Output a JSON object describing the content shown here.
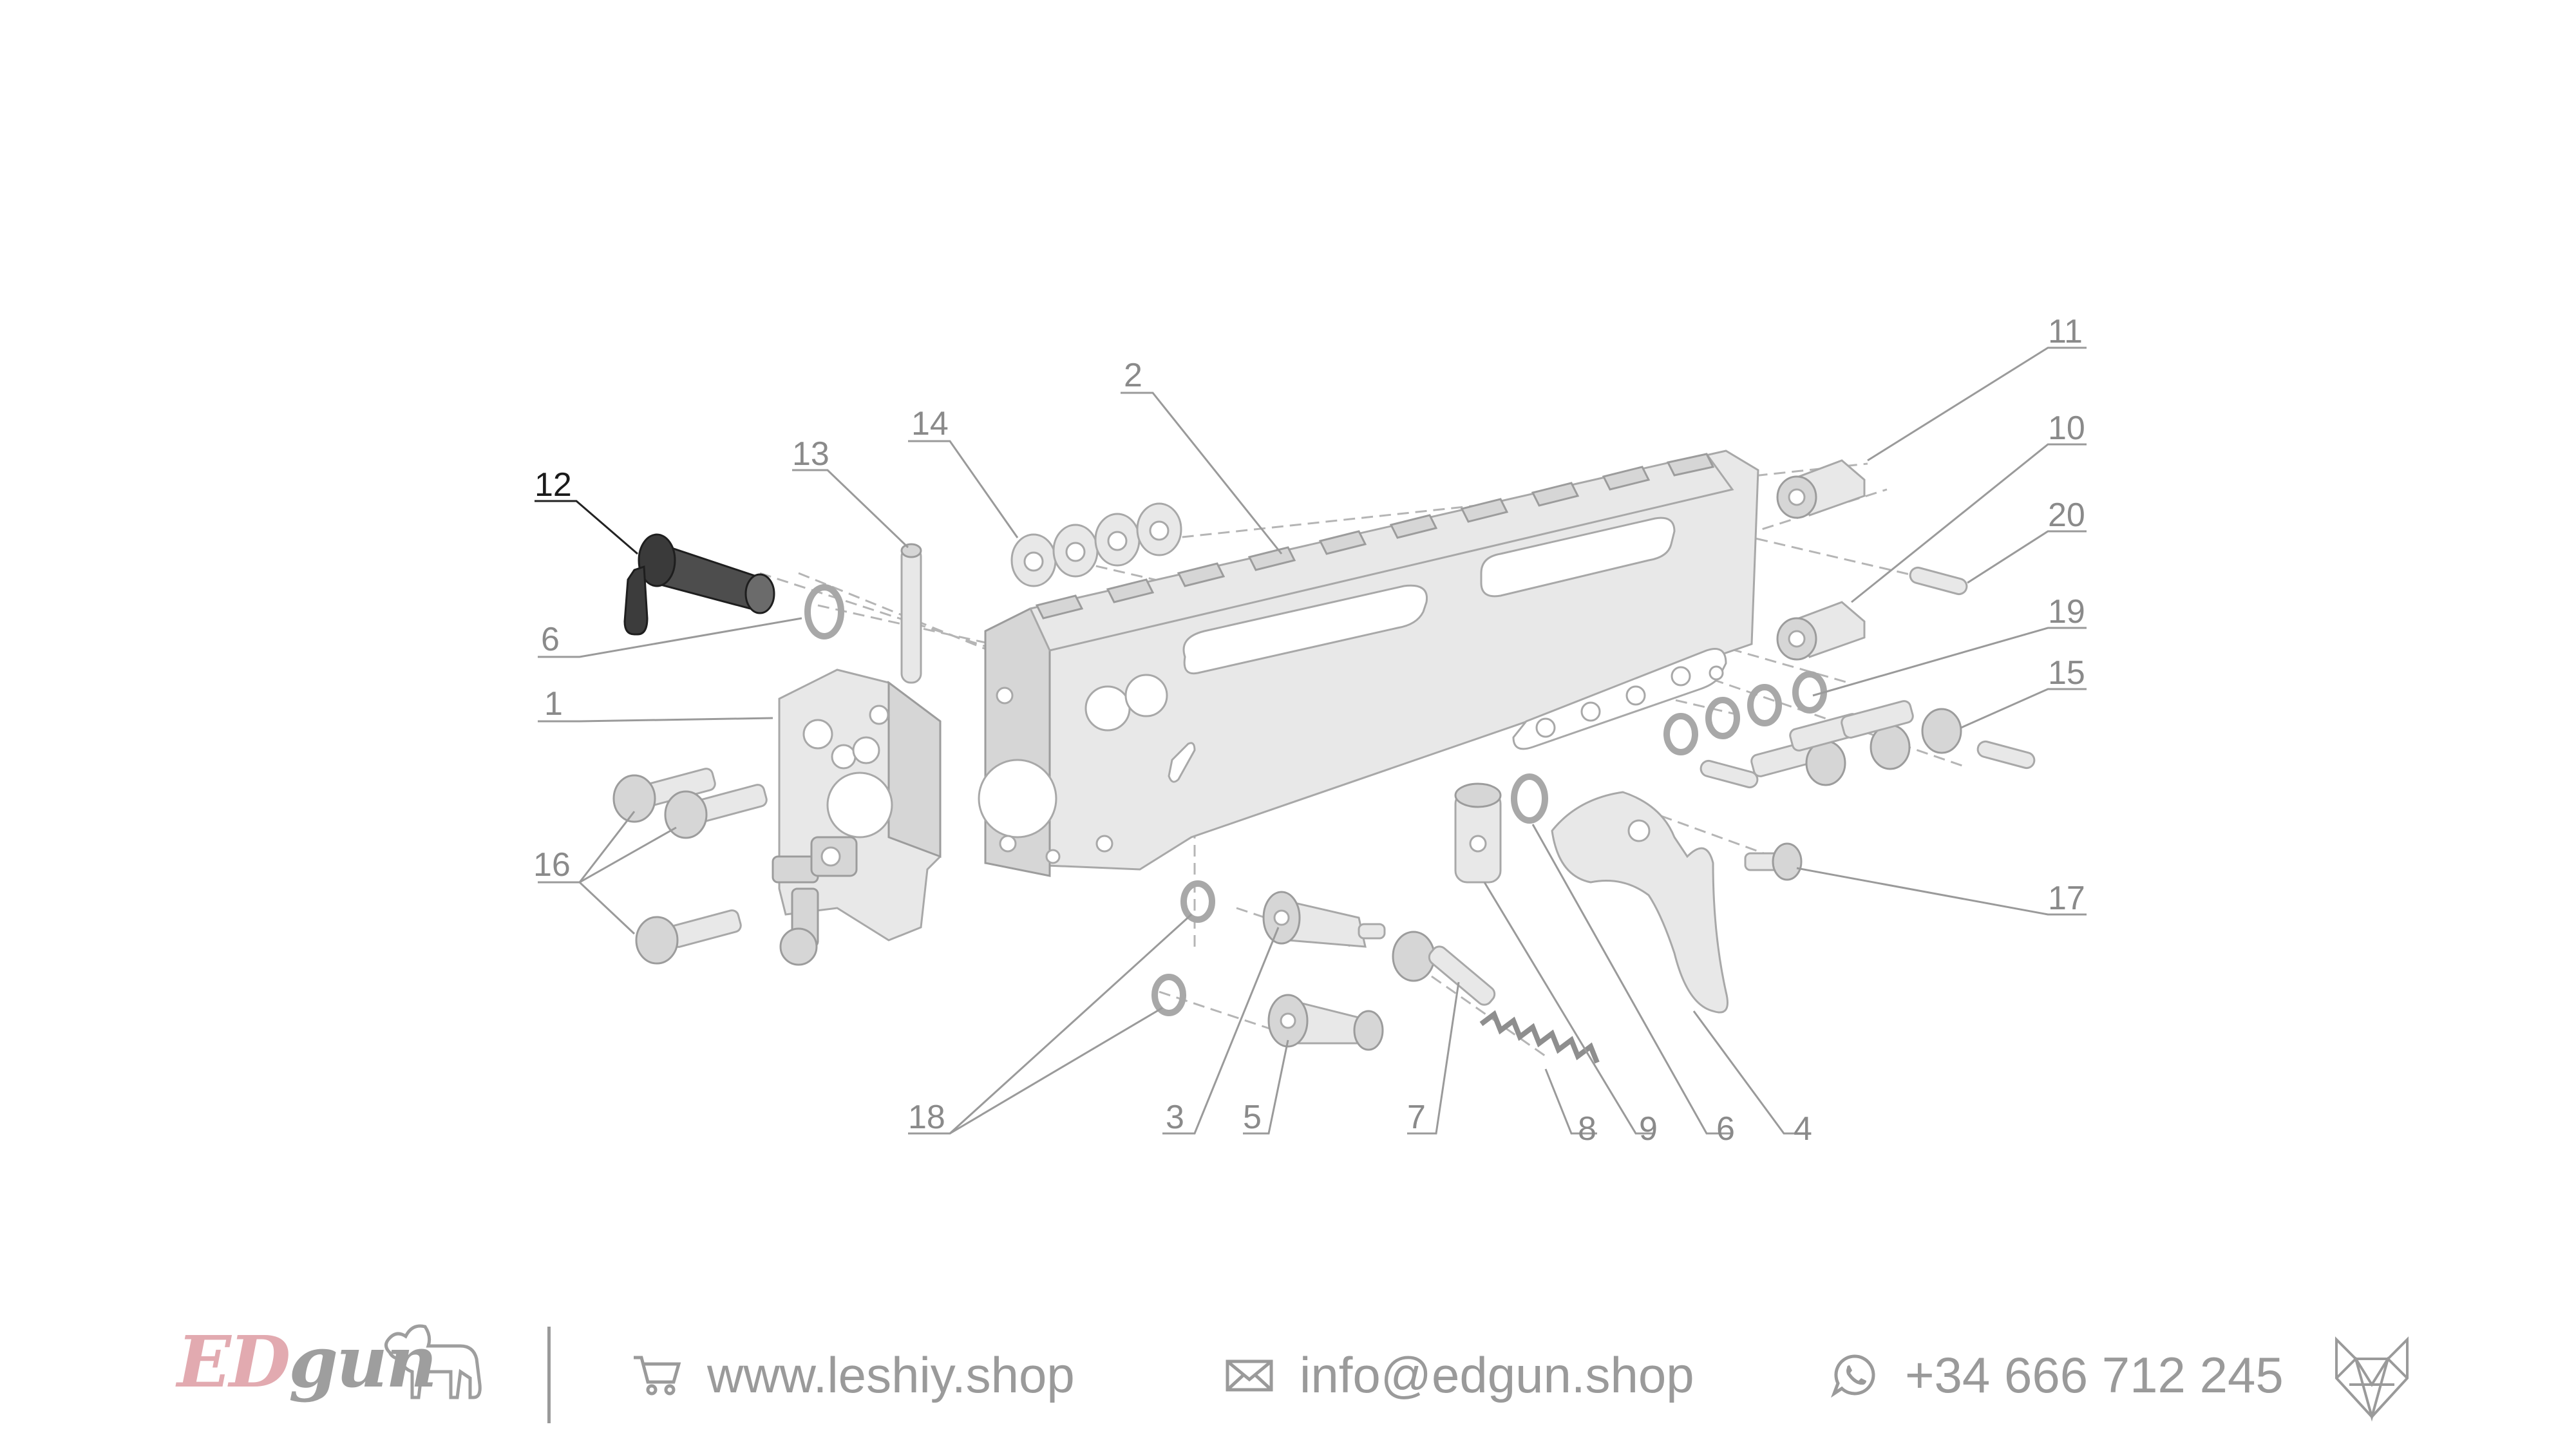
{
  "diagram": {
    "active_callout": "12",
    "callouts": [
      "1",
      "2",
      "3",
      "4",
      "5",
      "6",
      "7",
      "8",
      "9",
      "10",
      "11",
      "12",
      "13",
      "14",
      "15",
      "16",
      "17",
      "18",
      "19",
      "20"
    ],
    "callout_6b": "6"
  },
  "footer": {
    "brand_ed": "ED",
    "brand_gun": "gun",
    "brand_icon": "dog-icon",
    "website_icon": "cart-icon",
    "website": "www.leshiy.shop",
    "email_icon": "envelope-icon",
    "email": "info@edgun.shop",
    "phone_icon": "whatsapp-icon",
    "phone": "+34 666 712 245",
    "corner_icon": "wolf-head-icon"
  },
  "colors": {
    "brand_pink": "#e2aab0",
    "text_gray": "#9a9a9a",
    "active": "#1a1a1a"
  }
}
